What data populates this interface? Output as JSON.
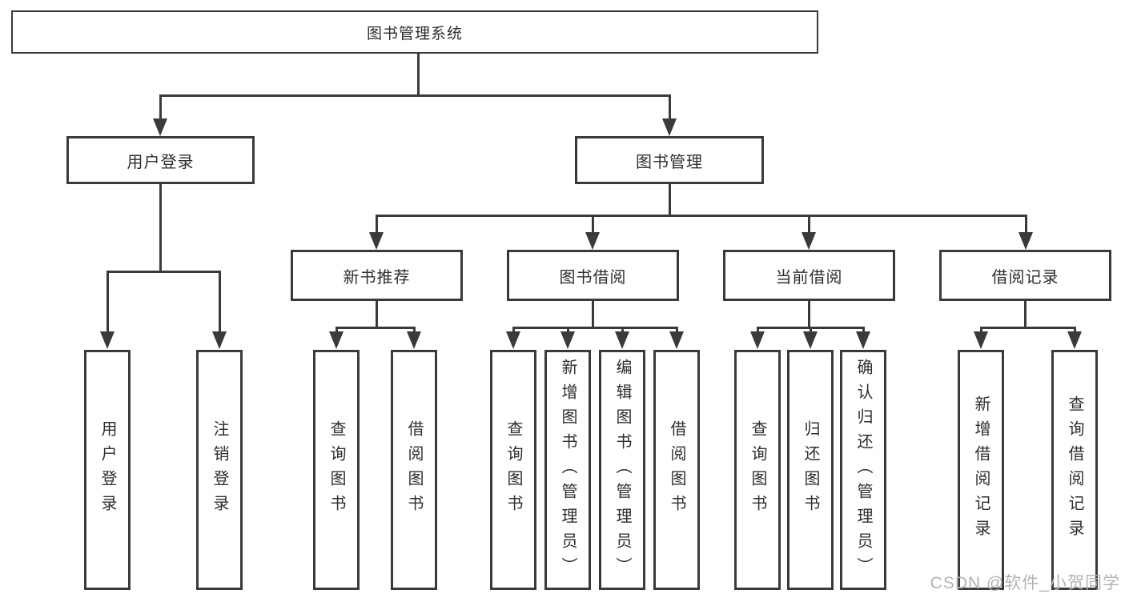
{
  "diagram": {
    "root": "图书管理系统",
    "branches": {
      "user_login": {
        "label": "用户登录",
        "children": [
          "用户登录",
          "注销登录"
        ]
      },
      "book_management": {
        "label": "图书管理",
        "sections": {
          "new_book": {
            "label": "新书推荐",
            "children": [
              "查询图书",
              "借阅图书"
            ]
          },
          "borrow": {
            "label": "图书借阅",
            "children": [
              "查询图书",
              "新增图书（管理员）",
              "编辑图书（管理员）",
              "借阅图书"
            ]
          },
          "current": {
            "label": "当前借阅",
            "children": [
              "查询图书",
              "归还图书",
              "确认归还（管理员）"
            ]
          },
          "records": {
            "label": "借阅记录",
            "children": [
              "新增借阅记录",
              "查询借阅记录"
            ]
          }
        }
      }
    }
  },
  "watermark": "CSDN @软件_小贺同学",
  "colors": {
    "line": "#3a3a3a",
    "text": "#2e2e2e",
    "background": "#ffffff",
    "watermark": "#b3b3b3"
  }
}
